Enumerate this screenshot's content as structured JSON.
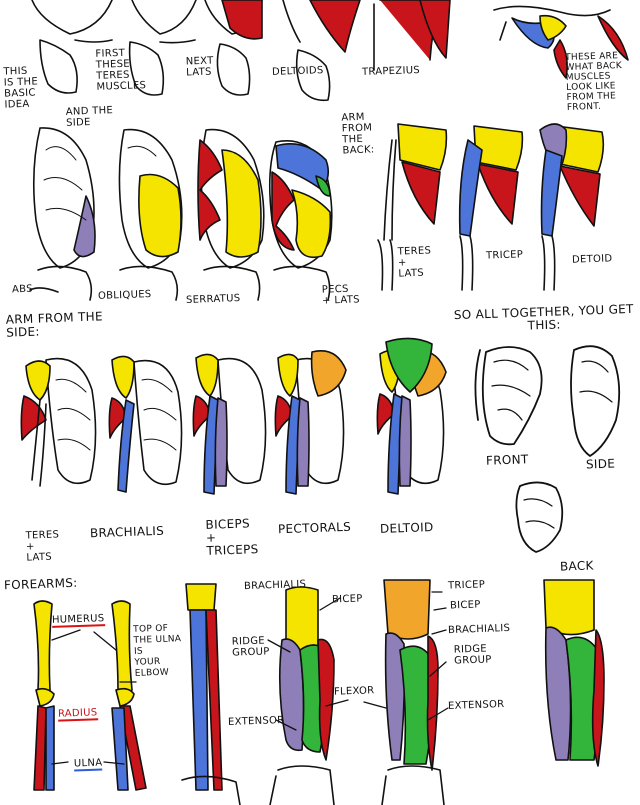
{
  "colors": {
    "yellow": "#f4e400",
    "red": "#c8151b",
    "blue": "#4d74d8",
    "purple": "#8e7fb9",
    "orange": "#f2a52b",
    "green": "#33b43a",
    "ink": "#111111"
  },
  "torso_row": {
    "idea": "THIS\nIS THE\nBASIC\nIDEA",
    "teres": "FIRST\nTHESE\nTERES\nMUSCLES",
    "lats": "NEXT\nLATS",
    "deltoids": "DELTOIDS",
    "trapezius": "TRAPEZIUS",
    "back_note": "THESE ARE\nWHAT BACK\nMUSCLES\nLOOK LIKE\nFROM THE\nFRONT."
  },
  "side_row": {
    "and_side": "AND THE\nSIDE",
    "abs": "ABS",
    "obliques": "OBLIQUES",
    "serratus": "SERRATUS",
    "pecs": "PECS\n+ LATS"
  },
  "arm_back": {
    "heading": "ARM\nFROM\nTHE\nBACK:",
    "teres_lats": "TERES\n+\nLATS",
    "tricep": "TRICEP",
    "detoid": "DETOID"
  },
  "arm_side": {
    "heading": "ARM FROM THE\nSIDE:",
    "teres_lats": "TERES\n+\nLATS",
    "brachialis": "BRACHIALIS",
    "biceps": "BICEPS\n+\nTRICEPS",
    "pectorals": "PECTORALS",
    "deltoid": "DELTOID"
  },
  "together": {
    "heading": "SO ALL TOGETHER, YOU GET\nTHIS:",
    "front": "FRONT",
    "side": "SIDE",
    "back": "BACK"
  },
  "forearms": {
    "heading": "FOREARMS:",
    "humerus": "HUMERUS",
    "ulna_top": "TOP OF\nTHE ULNA\nIS\nYOUR\nELBOW",
    "radius": "RADIUS",
    "ulna": "ULNA",
    "brachialis": "BRACHIALIS",
    "bicep": "BICEP",
    "ridge_group": "RIDGE\nGROUP",
    "flexor": "FLEXOR",
    "extensor": "EXTENSOR",
    "tricep_r": "TRICEP",
    "bicep_r": "BICEP",
    "brachialis_r": "BRACHIALIS",
    "ridge_group_r": "RIDGE\nGROUP",
    "extensor_r": "EXTENSOR"
  }
}
